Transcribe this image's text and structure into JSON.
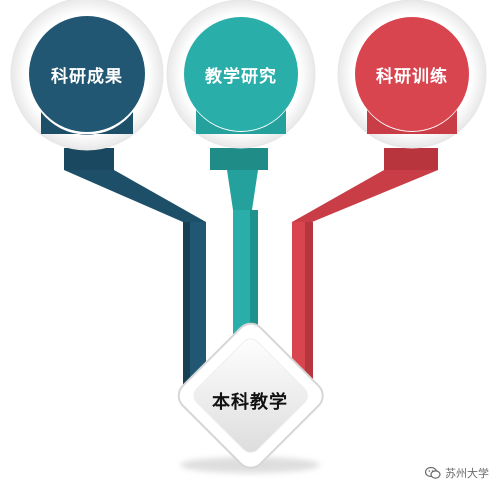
{
  "nodes": [
    {
      "id": "research-results",
      "label": "科研成果",
      "color": "#215772"
    },
    {
      "id": "teaching-research",
      "label": "教学研究",
      "color": "#2aaeaa"
    },
    {
      "id": "research-training",
      "label": "科研训练",
      "color": "#d8454f"
    }
  ],
  "center": {
    "label": "本科教学"
  },
  "watermark": {
    "text": "苏州大学",
    "icon": "wechat-icon"
  }
}
